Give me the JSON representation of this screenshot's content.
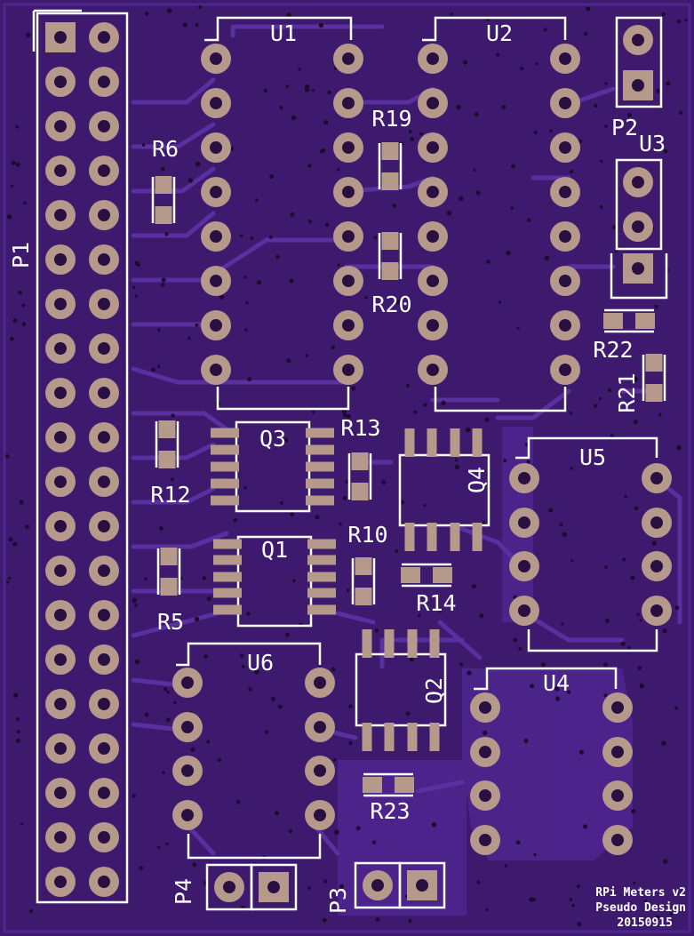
{
  "board": {
    "colors": {
      "substrate": "#3d1a6e",
      "copper": "#4e2690",
      "trace": "#5a2fa0",
      "pad": "#b59a8c",
      "silk": "#ffffff",
      "drill": "#2a1040",
      "via": "#1e0a30"
    }
  },
  "labels": {
    "p1": "P1",
    "p2": "P2",
    "p3": "P3",
    "p4": "P4",
    "u1": "U1",
    "u2": "U2",
    "u3": "U3",
    "u4": "U4",
    "u5": "U5",
    "u6": "U6",
    "q1": "Q1",
    "q2": "Q2",
    "q3": "Q3",
    "q4": "Q4",
    "r5": "R5",
    "r6": "R6",
    "r10": "R10",
    "r12": "R12",
    "r13": "R13",
    "r14": "R14",
    "r19": "R19",
    "r20": "R20",
    "r21": "R21",
    "r22": "R22",
    "r23": "R23"
  },
  "credits": {
    "line1": "RPi Meters v2",
    "line2": "Pseudo Design",
    "line3": "20150915"
  }
}
